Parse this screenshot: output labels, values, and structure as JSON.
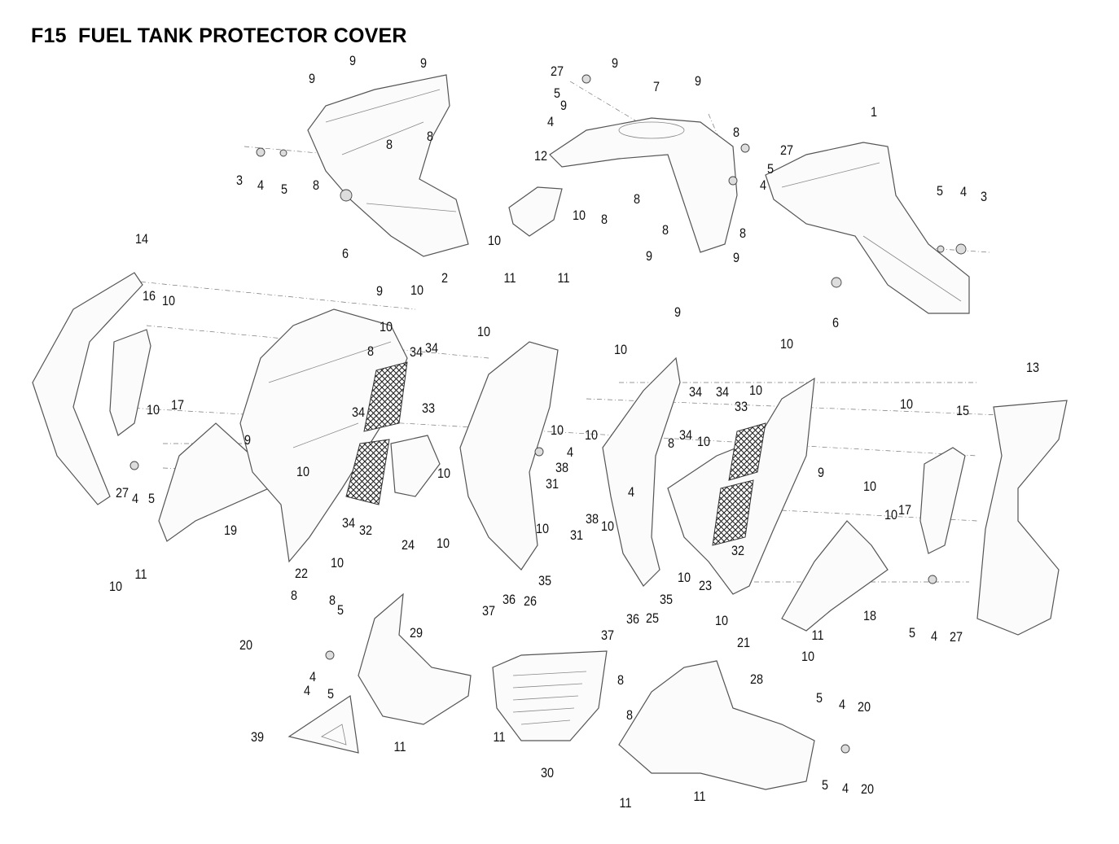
{
  "title": "F15  FUEL TANK PROTECTOR COVER",
  "callouts": [
    "9",
    "9",
    "9",
    "8",
    "8",
    "3",
    "4",
    "5",
    "8",
    "6",
    "2",
    "27",
    "9",
    "5",
    "9",
    "4",
    "7",
    "9",
    "8",
    "27",
    "5",
    "4",
    "12",
    "10",
    "8",
    "8",
    "10",
    "11",
    "11",
    "8",
    "8",
    "9",
    "9",
    "1",
    "5",
    "4",
    "3",
    "6",
    "14",
    "16",
    "10",
    "9",
    "10",
    "10",
    "8",
    "34",
    "34",
    "10",
    "9",
    "10",
    "10",
    "13",
    "10",
    "15",
    "33",
    "34",
    "10",
    "17",
    "9",
    "10",
    "10",
    "4",
    "38",
    "31",
    "10",
    "34",
    "34",
    "33",
    "10",
    "8",
    "34",
    "10",
    "10",
    "27",
    "4",
    "5",
    "19",
    "34",
    "32",
    "24",
    "10",
    "31",
    "38",
    "4",
    "10",
    "10",
    "35",
    "9",
    "10",
    "10",
    "17",
    "10",
    "11",
    "22",
    "10",
    "36",
    "26",
    "37",
    "10",
    "23",
    "32",
    "35",
    "25",
    "36",
    "37",
    "10",
    "21",
    "18",
    "5",
    "4",
    "27",
    "11",
    "10",
    "8",
    "8",
    "5",
    "20",
    "29",
    "4",
    "4",
    "5",
    "28",
    "8",
    "8",
    "5",
    "4",
    "20",
    "39",
    "11",
    "11",
    "30",
    "5",
    "4",
    "20",
    "11",
    "11"
  ],
  "colors": {
    "line": "#555555",
    "text": "#111111"
  }
}
